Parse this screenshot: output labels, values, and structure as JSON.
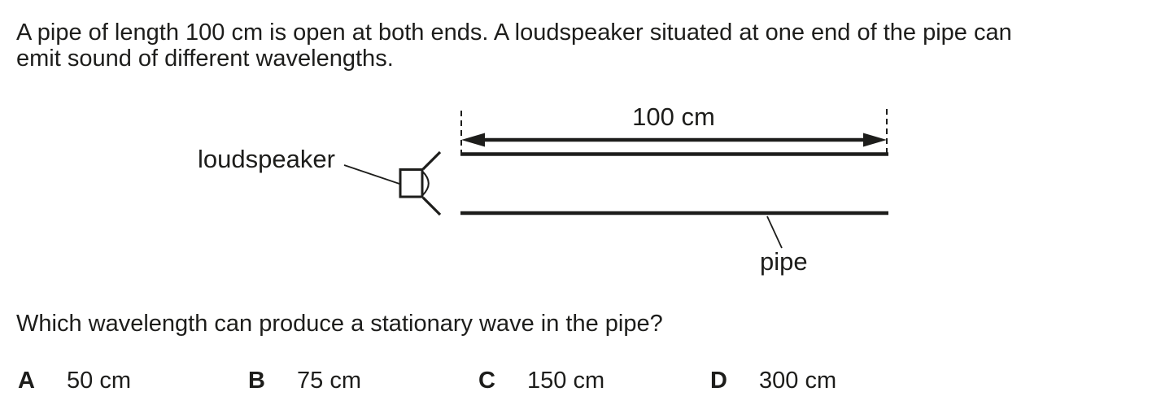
{
  "colors": {
    "ink": "#1d1d1b",
    "background": "#ffffff"
  },
  "intro": {
    "line1": "A pipe of length 100 cm is open at both ends. A loudspeaker situated at one end of the pipe can",
    "line2": "emit sound of different wavelengths."
  },
  "diagram": {
    "length_label": "100 cm",
    "loudspeaker_label": "loudspeaker",
    "pipe_label": "pipe"
  },
  "question": "Which wavelength can produce a stationary wave in the pipe?",
  "options": [
    {
      "letter": "A",
      "value": "50 cm"
    },
    {
      "letter": "B",
      "value": "75 cm"
    },
    {
      "letter": "C",
      "value": "150 cm"
    },
    {
      "letter": "D",
      "value": "300 cm"
    }
  ]
}
